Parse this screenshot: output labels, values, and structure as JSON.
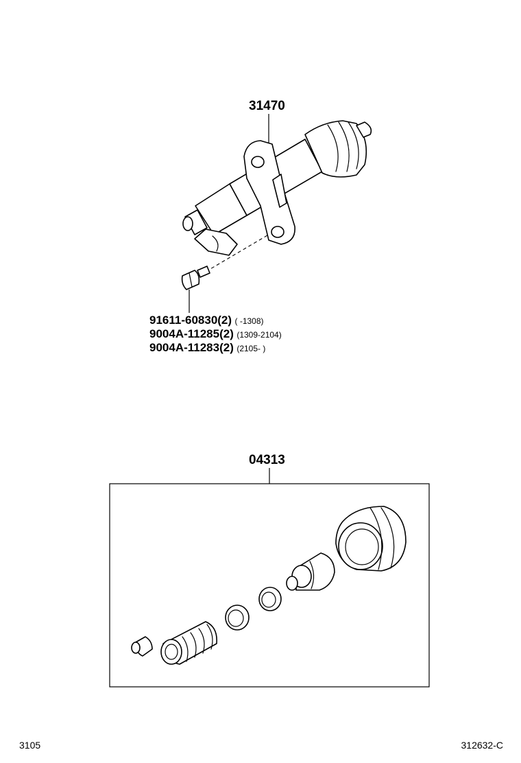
{
  "diagram": {
    "cylinder_part_number": "31470",
    "bolt_callouts": [
      {
        "part": "91611-60830(2)",
        "range": "(     -1308)"
      },
      {
        "part": "9004A-11285(2)",
        "range": "(1309-2104)"
      },
      {
        "part": "9004A-11283(2)",
        "range": "(2105-      )"
      }
    ],
    "kit_part_number": "04313"
  },
  "footer": {
    "left_code": "3105",
    "right_code": "312632-C"
  }
}
